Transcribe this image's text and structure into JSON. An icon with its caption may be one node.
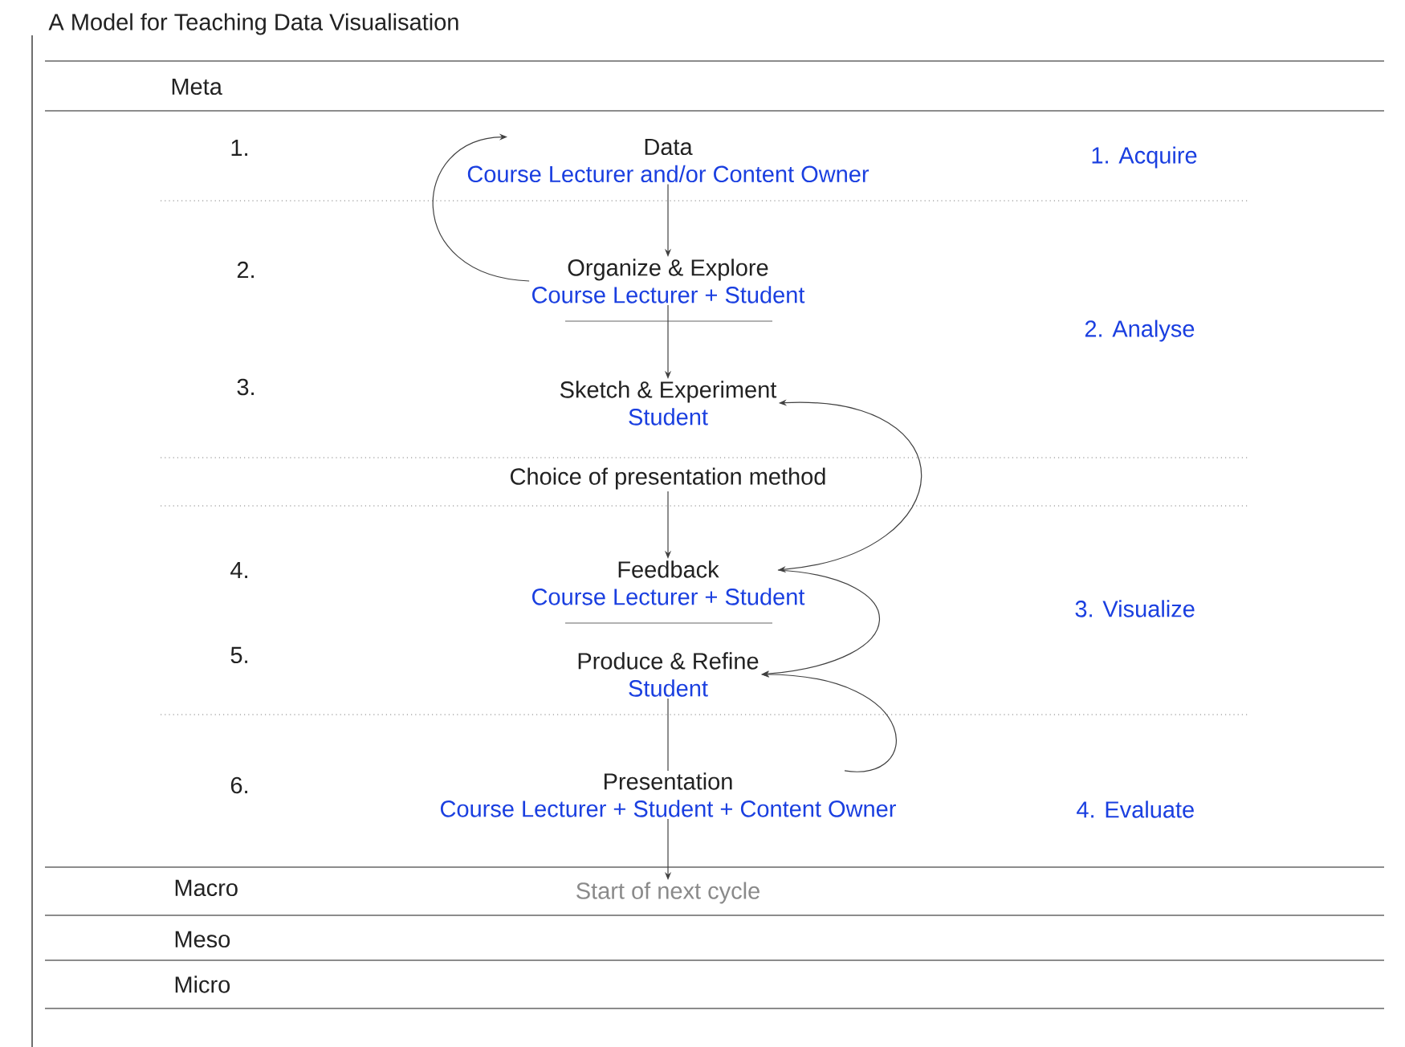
{
  "diagram": {
    "title": "A Model for Teaching Data Visualisation",
    "nodes": [
      {
        "text": [
          "Data",
          "Course Lecturer and/or Content Owner"
        ]
      },
      {
        "text": [
          "Organize & Explore",
          "Course Lecturer + Student"
        ]
      },
      {
        "text": [
          "Sketch & Experiment",
          "Student"
        ]
      },
      {
        "text": [
          "Choice of presentation method"
        ]
      },
      {
        "text": [
          "Feedback",
          "Course Lecturer + Student"
        ]
      },
      {
        "text": [
          "Produce & Refine",
          "Student"
        ]
      },
      {
        "text": [
          "Presentation",
          "Course Lecturer + Student + Content Owner"
        ]
      },
      {
        "text": [
          "Start of next cycle"
        ]
      }
    ],
    "edges": [
      {
        "from": 0,
        "to": 1,
        "arrow": "to"
      },
      {
        "from": 1,
        "to": 0,
        "arrow": "to"
      },
      {
        "from": 1,
        "to": 2,
        "arrow": "to"
      },
      {
        "from": 3,
        "to": 4,
        "arrow": "to"
      },
      {
        "from": 2,
        "to": 4,
        "arrow": "both"
      },
      {
        "from": 4,
        "to": 5,
        "arrow": "to"
      },
      {
        "from": 5,
        "to": 6,
        "arrow": "none"
      },
      {
        "from": 6,
        "to": 5,
        "arrow": "to"
      },
      {
        "from": 6,
        "to": 7,
        "arrow": "to"
      }
    ],
    "labels": [
      "Meta",
      "1.",
      "1. Acquire",
      "2.",
      "2. Analyse",
      "3.",
      "4.",
      "3. Visualize",
      "5.",
      "6.",
      "4. Evaluate",
      "Macro",
      "Meso",
      "Micro"
    ]
  }
}
